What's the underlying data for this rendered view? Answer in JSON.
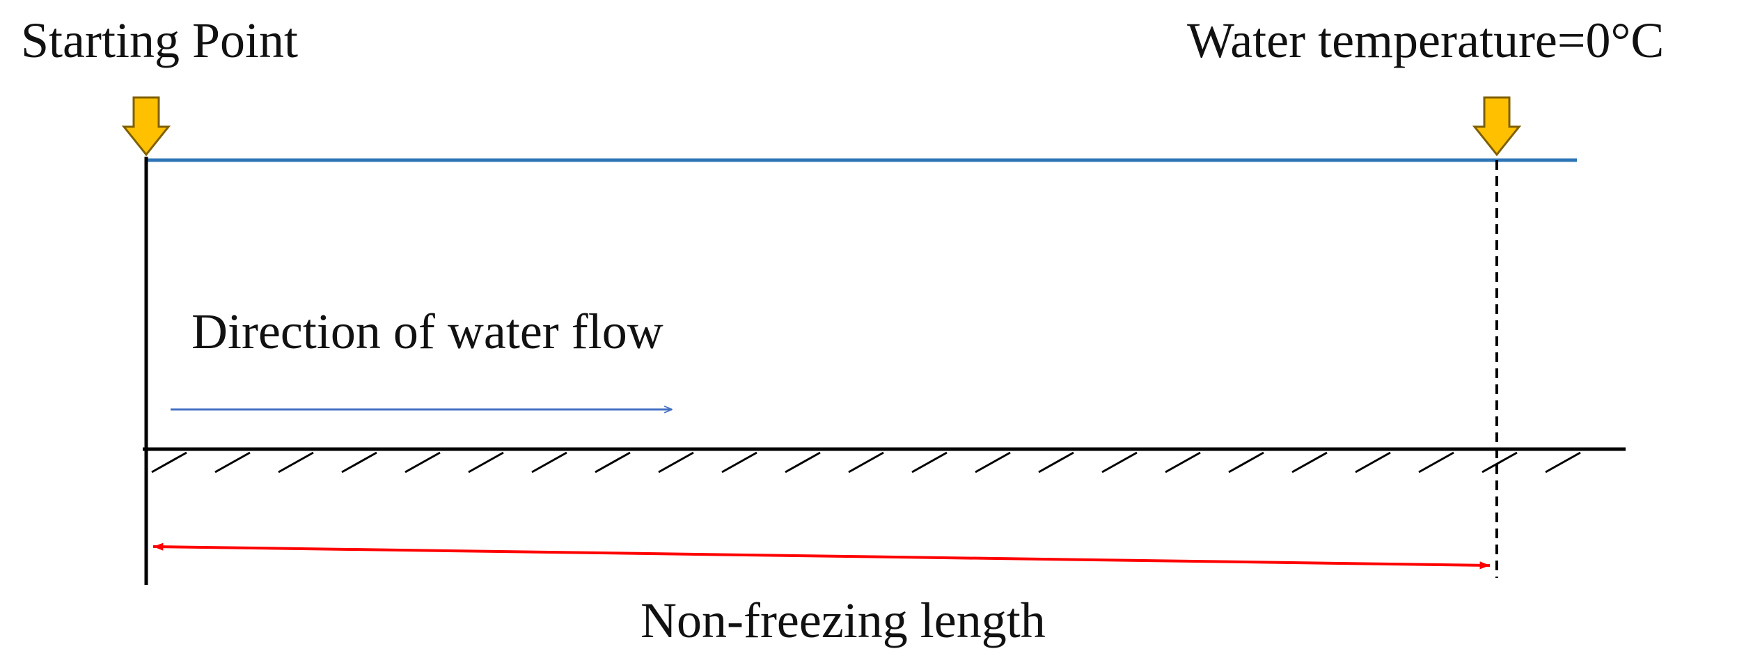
{
  "labels": {
    "starting_point": "Starting Point",
    "water_temperature": "Water temperature=0°C",
    "flow_direction": "Direction of water flow",
    "non_freezing_length": "Non-freezing length"
  },
  "colors": {
    "water_surface": "#2e75b6",
    "flow_arrow": "#4472c4",
    "length_arrow": "#ff0000",
    "marker_fill": "#ffc000",
    "marker_stroke": "#7f6000",
    "lines": "#000000"
  },
  "icons": {
    "start_marker": "down-arrow-icon",
    "temperature_marker": "down-arrow-icon"
  }
}
